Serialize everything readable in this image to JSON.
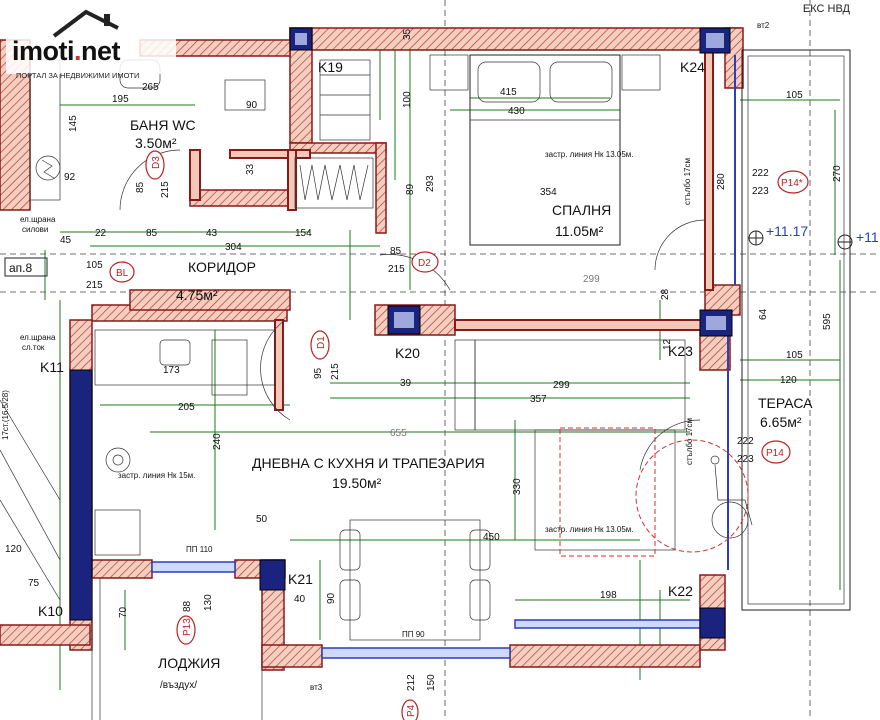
{
  "watermark": {
    "brand_main": "imoti",
    "brand_dot": ".",
    "brand_tld": "net",
    "tagline": "ПОРТАЛ ЗА НЕДВИЖИМИ ИМОТИ"
  },
  "corner_label": "ЕКС НВД",
  "rooms": {
    "bathroom": {
      "name": "БАНЯ WC",
      "area": "3.50м²"
    },
    "corridor": {
      "name": "КОРИДОР",
      "area": "4.75м²"
    },
    "bedroom": {
      "name": "СПАЛНЯ",
      "area": "11.05м²"
    },
    "living": {
      "name": "ДНЕВНА С КУХНЯ И ТРАПЕЗАРИЯ",
      "area": "19.50м²"
    },
    "terrace": {
      "name": "ТЕРАСА",
      "area": "6.65м²"
    },
    "loggia": {
      "name": "ЛОДЖИЯ",
      "note": "/въздух/"
    }
  },
  "columns": [
    "K19",
    "K24",
    "K20",
    "K23",
    "K21",
    "K22",
    "K10",
    "K11"
  ],
  "door_tags": [
    {
      "id": "D3",
      "w": "85",
      "h": "215"
    },
    {
      "id": "D2",
      "w": "85",
      "h": "215"
    },
    {
      "id": "D1",
      "w": "95",
      "h": "215"
    },
    {
      "id": "BL",
      "w": "105",
      "h": "215"
    }
  ],
  "window_tags": [
    {
      "id": "P14*",
      "w": "222",
      "h": "223"
    },
    {
      "id": "P14",
      "w": "222",
      "h": "223"
    },
    {
      "id": "P13",
      "w": "88",
      "h": "130"
    },
    {
      "id": "P4",
      "w": "212",
      "h": "150"
    }
  ],
  "levels": [
    "+11.17",
    "+11"
  ],
  "notes": {
    "bed_line": "застр. линия Нк 13.05м.",
    "living_line": "застр. линия Нк 15м.",
    "terrace_line": "застр. линия Нк 13.05м.",
    "apartment": "ап.8",
    "shaft1": "ел.щрана",
    "shaft1b": "силови",
    "shaft2": "ел.щрана",
    "shaft2b": "сл.ток",
    "stairs": "17ст.(16.5/28)",
    "sill1": "стълбо 17см",
    "sill2": "стълбо 17см",
    "pp110": "ПП 110",
    "pp90": "ПП 90",
    "vt2": "вт2",
    "vt3": "вт3"
  },
  "dims": {
    "d1": "195",
    "d2": "145",
    "d3": "92",
    "d4": "265",
    "d5": "90",
    "d6": "22",
    "d7": "85",
    "d8": "43",
    "d9": "304",
    "d10": "154",
    "d11": "45",
    "d12": "415",
    "d13": "430",
    "d14": "354",
    "d15": "293",
    "d16": "299",
    "d17": "299",
    "d18": "357",
    "d19": "655",
    "d20": "205",
    "d21": "173",
    "d22": "240",
    "d23": "330",
    "d24": "450",
    "d25": "198",
    "d26": "105",
    "d27": "270",
    "d28": "280",
    "d29": "595",
    "d30": "105",
    "d31": "120",
    "d32": "35",
    "d33": "100",
    "d34": "70",
    "d35": "50",
    "d36": "40",
    "d37": "90",
    "d38": "120",
    "d39": "75",
    "d40": "39",
    "d41": "89",
    "d42": "33",
    "d43": "28",
    "d44": "12",
    "d45": "64"
  },
  "colors": {
    "wall_fill": "#f2c9b8",
    "wall_stroke": "#8a1a1a",
    "column": "#1a237e",
    "dimension": "#1b7a1b",
    "window": "#2a3fb8",
    "tag_red": "#b22222"
  }
}
